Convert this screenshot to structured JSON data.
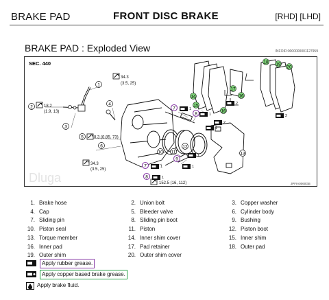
{
  "header": {
    "left": "BRAKE PAD",
    "center": "FRONT DISC BRAKE",
    "right": "[RHD] [LHD]"
  },
  "section": {
    "title": "BRAKE PAD : Exploded View",
    "info_id": "INFOID:0000000001127959"
  },
  "figure": {
    "sec_label": "SEC. 440",
    "watermark": "Dluga",
    "figure_code": "JPFIA0060GB",
    "torques": {
      "t1": "34.3",
      "t1b": "(3.5, 25)",
      "t2": "18.2",
      "t2b": "(1.9, 13)",
      "t3": "8.3 (0.85, 73)",
      "t4": "34.3",
      "t4b": "(3.5, 25)",
      "t5": "152.5 (16, 112)"
    },
    "callout_numbers": [
      "1",
      "2",
      "3",
      "4",
      "5",
      "6",
      "7",
      "8",
      "9",
      "10",
      "11",
      "12",
      "13",
      "14",
      "15",
      "16",
      "17",
      "18",
      "19",
      "20"
    ],
    "marks": {
      "x1": "1",
      "x2": "2"
    }
  },
  "parts": [
    {
      "num": "1.",
      "label": "Brake hose"
    },
    {
      "num": "2.",
      "label": "Union bolt"
    },
    {
      "num": "3.",
      "label": "Copper washer"
    },
    {
      "num": "4.",
      "label": "Cap"
    },
    {
      "num": "5.",
      "label": "Bleeder valve"
    },
    {
      "num": "6.",
      "label": "Cylinder body"
    },
    {
      "num": "7.",
      "label": "Sliding pin"
    },
    {
      "num": "8.",
      "label": "Sliding pin boot"
    },
    {
      "num": "9.",
      "label": "Bushing"
    },
    {
      "num": "10.",
      "label": "Piston seal"
    },
    {
      "num": "11.",
      "label": "Piston"
    },
    {
      "num": "12.",
      "label": "Piston boot"
    },
    {
      "num": "13.",
      "label": "Torque member"
    },
    {
      "num": "14.",
      "label": "Inner shim cover"
    },
    {
      "num": "15.",
      "label": "Inner shim"
    },
    {
      "num": "16.",
      "label": "Inner pad"
    },
    {
      "num": "17.",
      "label": "Pad retainer"
    },
    {
      "num": "18.",
      "label": "Outer pad"
    },
    {
      "num": "19.",
      "label": "Outer shim"
    },
    {
      "num": "20.",
      "label": "Outer shim cover"
    }
  ],
  "legend": {
    "rubber_grease": "Apply rubber grease.",
    "copper_grease": "Apply copper based brake grease.",
    "brake_fluid": "Apply brake fluid.",
    "rubber_color": "#8a3fa8",
    "copper_color": "#2aa44a"
  }
}
